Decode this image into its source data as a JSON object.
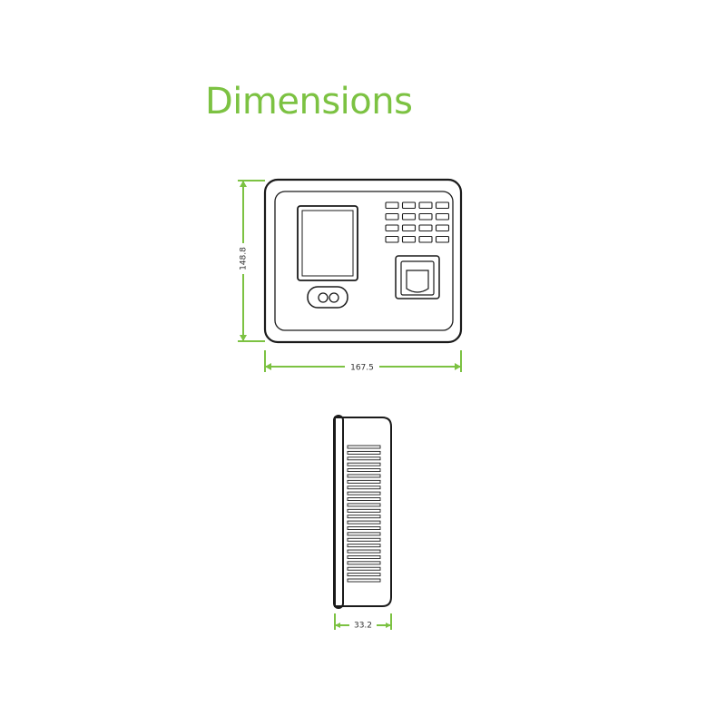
{
  "title": "Dimensions",
  "accent_color": "#7cc242",
  "outline_color": "#1a1a1a",
  "dimensions": {
    "height": "148.8",
    "width": "167.5",
    "depth": "33.2"
  },
  "front_view": {
    "keypad": {
      "rows": 4,
      "cols": 4
    }
  },
  "side_view": {
    "vent_slots": 24
  }
}
